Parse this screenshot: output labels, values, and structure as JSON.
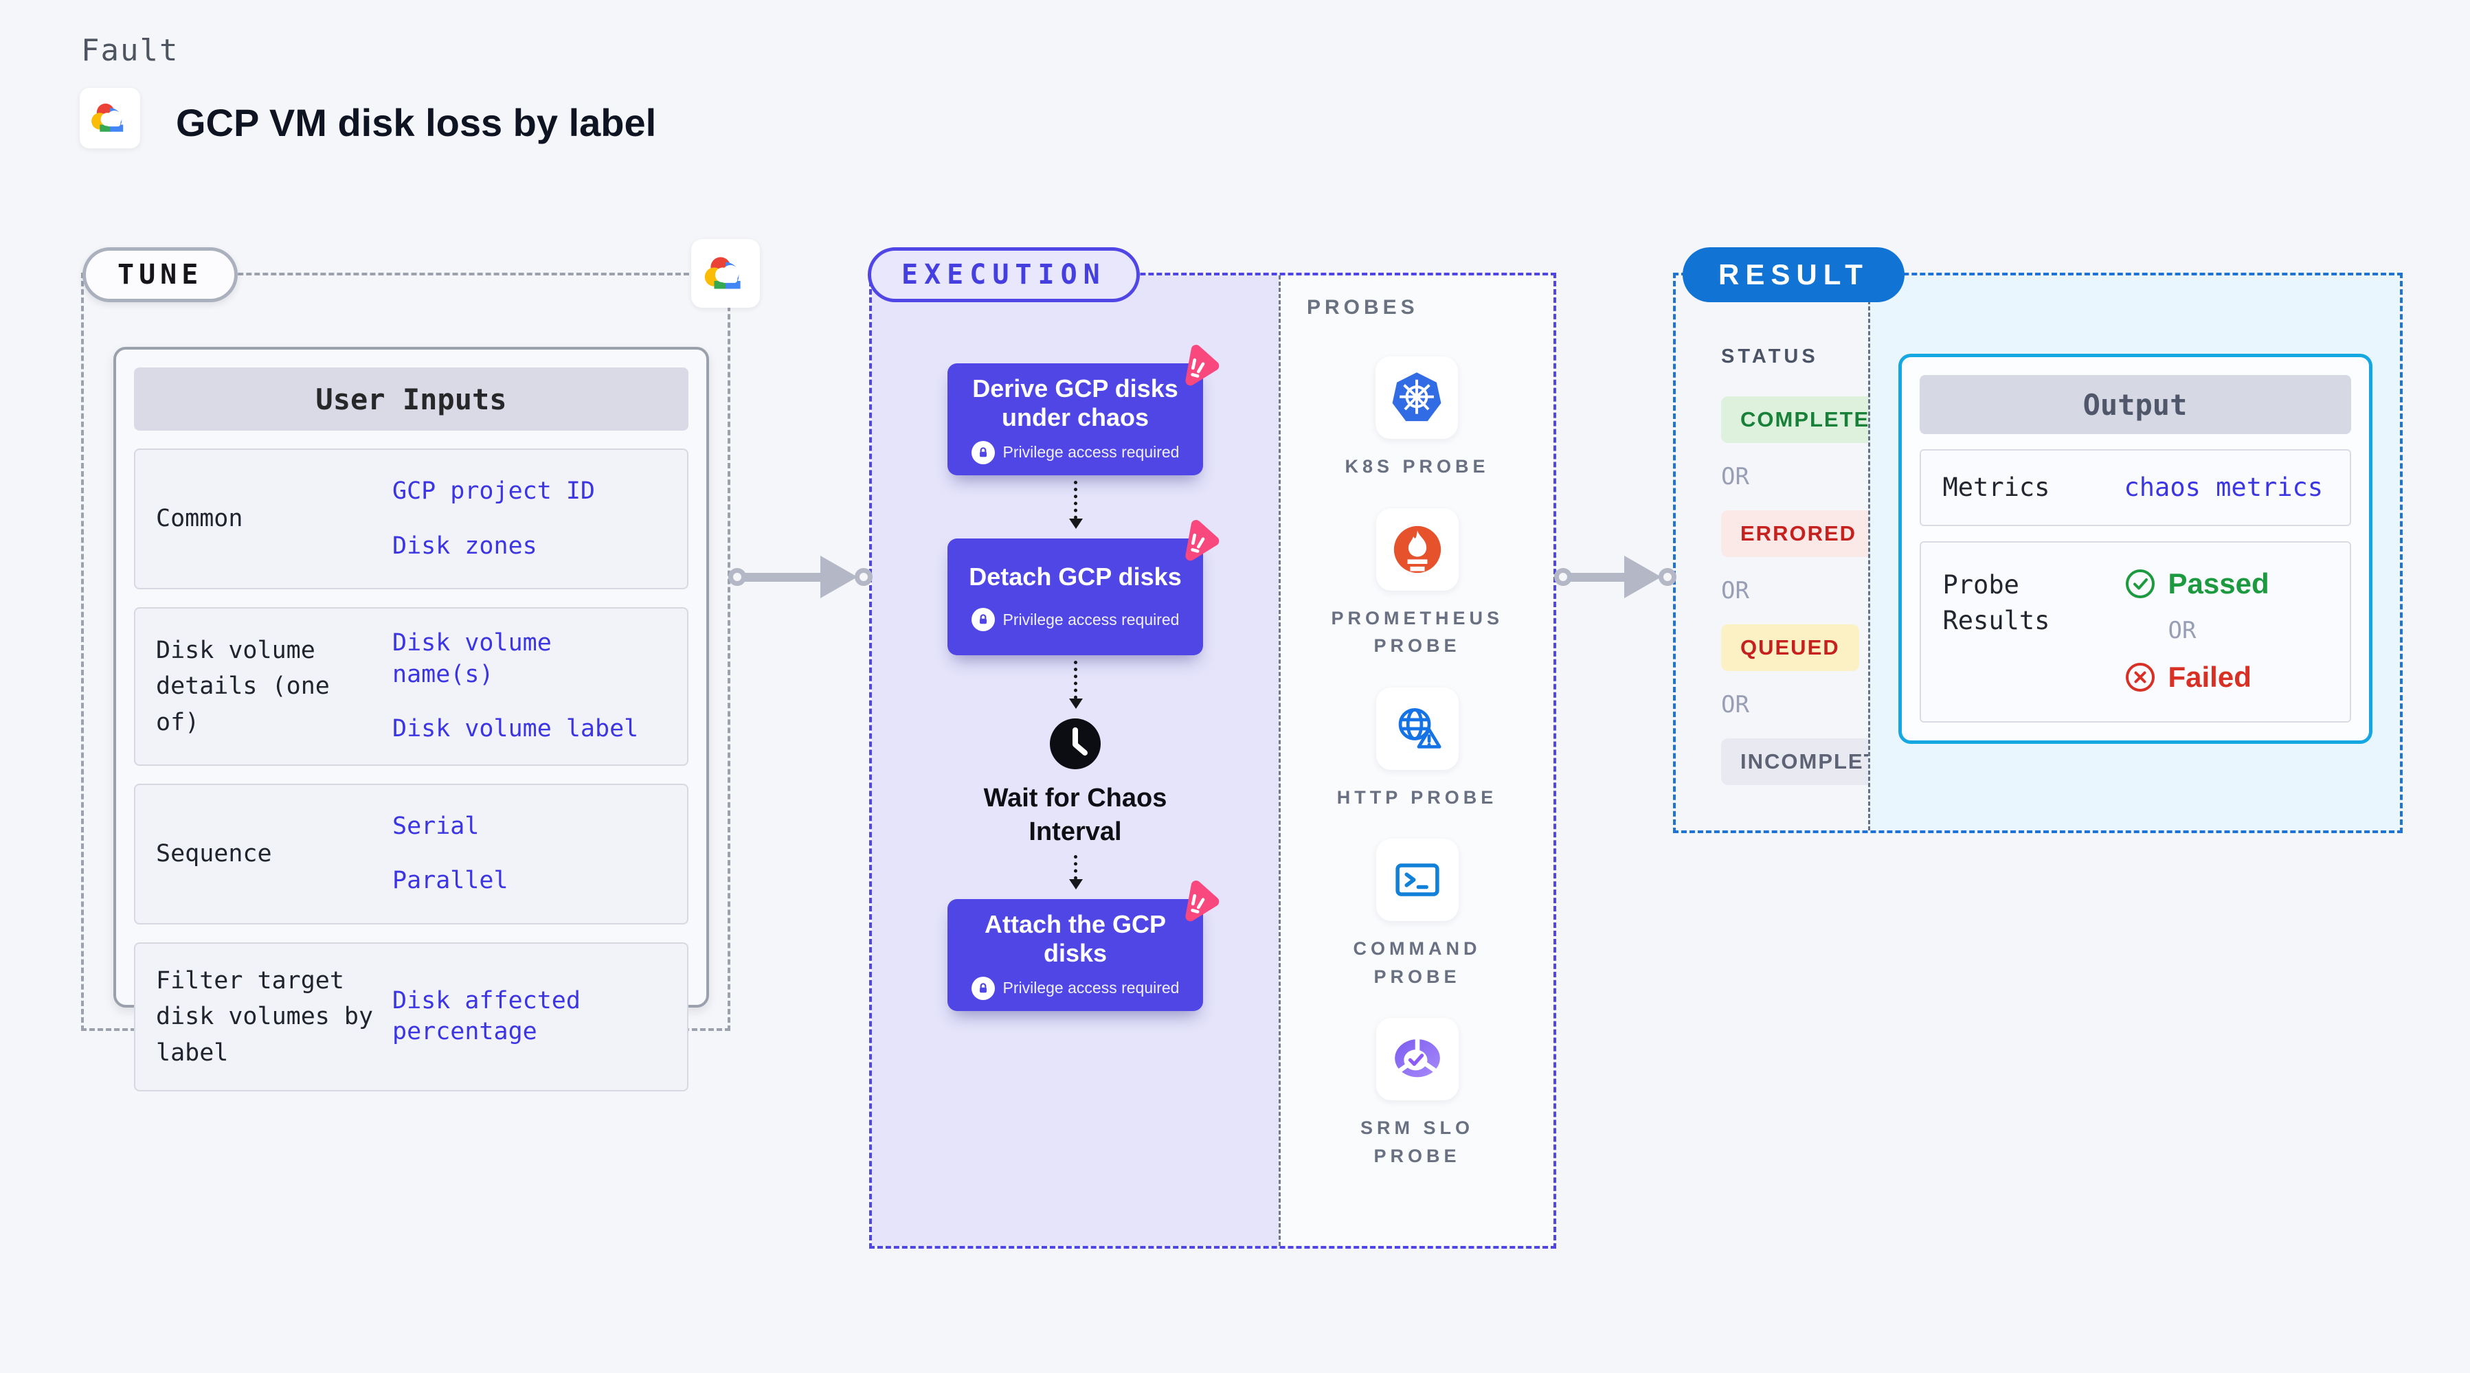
{
  "header": {
    "eyebrow": "Fault",
    "title": "GCP VM disk loss by label"
  },
  "tune": {
    "badge": "TUNE",
    "table_title": "User Inputs",
    "rows": [
      {
        "label": "Common",
        "values": [
          "GCP project ID",
          "Disk zones"
        ]
      },
      {
        "label": "Disk volume details (one of)",
        "values": [
          "Disk volume name(s)",
          "Disk volume label"
        ]
      },
      {
        "label": "Sequence",
        "values": [
          "Serial",
          "Parallel"
        ]
      },
      {
        "label": "Filter target disk volumes by label",
        "values": [
          "Disk affected percentage"
        ]
      }
    ]
  },
  "execution": {
    "badge": "EXECUTION",
    "nodes": [
      {
        "title": "Derive GCP disks under chaos",
        "note": "Privilege access required"
      },
      {
        "title": "Detach GCP disks",
        "note": "Privilege access required"
      },
      {
        "title": "Attach the GCP disks",
        "note": "Privilege access required"
      }
    ],
    "wait_label": "Wait for Chaos Interval"
  },
  "probes": {
    "heading": "PROBES",
    "items": [
      {
        "label": "K8S PROBE",
        "icon": "kubernetes-icon"
      },
      {
        "label": "PROMETHEUS PROBE",
        "icon": "prometheus-icon"
      },
      {
        "label": "HTTP PROBE",
        "icon": "http-globe-icon"
      },
      {
        "label": "COMMAND PROBE",
        "icon": "terminal-icon"
      },
      {
        "label": "SRM SLO PROBE",
        "icon": "slo-pie-icon"
      }
    ]
  },
  "result": {
    "badge": "RESULT",
    "status_heading": "STATUS",
    "or_label": "OR",
    "statuses": [
      {
        "label": "COMPLETED",
        "fg": "#188038",
        "bg": "#def1dd"
      },
      {
        "label": "ERRORED",
        "fg": "#c5221f",
        "bg": "#fbe9e7"
      },
      {
        "label": "QUEUED",
        "fg": "#c5221f",
        "bg": "#fcf0c5"
      },
      {
        "label": "INCOMPLETED",
        "fg": "#5d6374",
        "bg": "#e8e9f1"
      }
    ],
    "output": {
      "title": "Output",
      "metrics_label": "Metrics",
      "metrics_value": "chaos metrics",
      "probe_results_label": "Probe Results",
      "passed_label": "Passed",
      "failed_label": "Failed",
      "or_label": "OR"
    }
  },
  "colors": {
    "accent_indigo": "#4f46e5",
    "execution_bg": "#e5e4fb",
    "result_blue": "#1173d4",
    "output_border_cyan": "#15a7e1",
    "output_panel_bg": "#e9f6fd",
    "link_text": "#3b35e3",
    "pin_pink": "#f8487e",
    "passed_green": "#1d9a3f",
    "failed_red": "#d93025",
    "kubernetes_blue": "#326ce5",
    "prometheus_orange": "#e6522c"
  }
}
